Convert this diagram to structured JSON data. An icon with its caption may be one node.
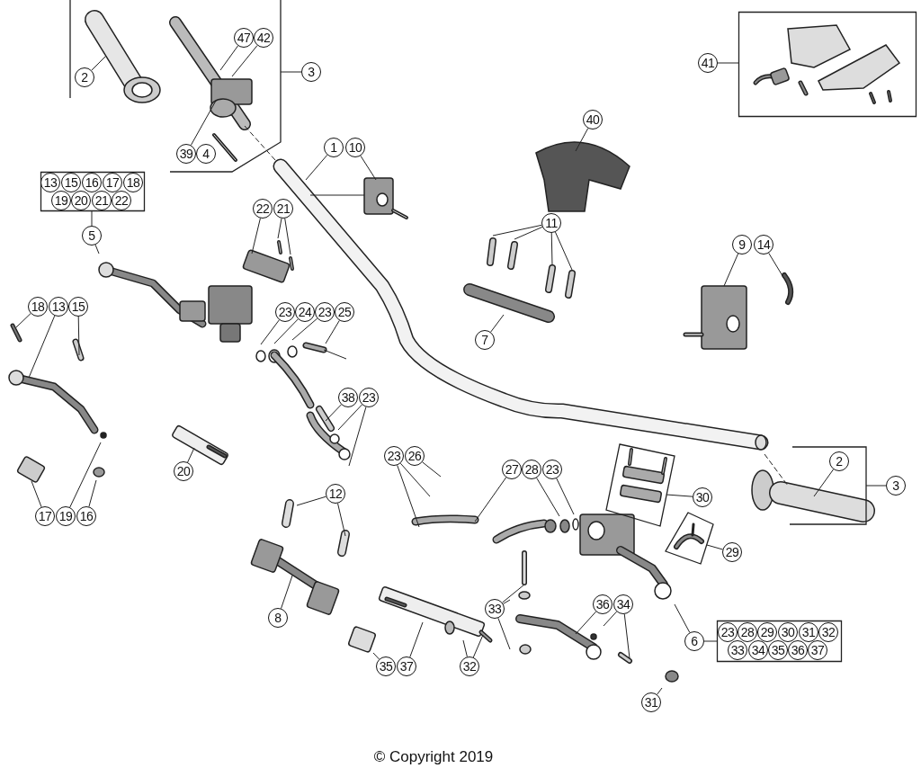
{
  "diagram": {
    "caption": "© Copyright 2019",
    "nodes": [
      {
        "text": [],
        "shape": "box"
      },
      {
        "text": [
          "2"
        ],
        "in": 0
      },
      {
        "text": [
          "47"
        ],
        "in": 0
      },
      {
        "text": [
          "42"
        ],
        "in": 0
      },
      {
        "text": [
          "39"
        ],
        "in": 0
      },
      {
        "text": [
          "4"
        ],
        "in": 0
      },
      {
        "text": [
          "3"
        ]
      },
      {
        "text": [],
        "shape": "box"
      },
      {
        "text": [
          "41"
        ]
      },
      {
        "text": [
          "1"
        ]
      },
      {
        "text": [
          "10"
        ]
      },
      {
        "text": [
          "40"
        ]
      },
      {
        "text": [],
        "shape": "box"
      },
      {
        "text": [
          "13"
        ],
        "in": 12
      },
      {
        "text": [
          "15"
        ],
        "in": 12
      },
      {
        "text": [
          "16"
        ],
        "in": 12
      },
      {
        "text": [
          "17"
        ],
        "in": 12
      },
      {
        "text": [
          "18"
        ],
        "in": 12
      },
      {
        "text": [
          "19"
        ],
        "in": 12
      },
      {
        "text": [
          "20"
        ],
        "in": 12
      },
      {
        "text": [
          "21"
        ],
        "in": 12
      },
      {
        "text": [
          "22"
        ],
        "in": 12
      },
      {
        "text": [
          "5"
        ]
      },
      {
        "text": [
          "22"
        ]
      },
      {
        "text": [
          "21"
        ]
      },
      {
        "text": [
          "11"
        ]
      },
      {
        "text": [
          "9"
        ]
      },
      {
        "text": [
          "14"
        ]
      },
      {
        "text": [
          "18"
        ]
      },
      {
        "text": [
          "13"
        ]
      },
      {
        "text": [
          "15"
        ]
      },
      {
        "text": [
          "23"
        ]
      },
      {
        "text": [
          "24"
        ]
      },
      {
        "text": [
          "23"
        ]
      },
      {
        "text": [
          "25"
        ]
      },
      {
        "text": [
          "7"
        ]
      },
      {
        "text": [
          "38"
        ]
      },
      {
        "text": [
          "23"
        ]
      },
      {
        "text": [
          "23"
        ]
      },
      {
        "text": [
          "26"
        ]
      },
      {
        "text": [],
        "shape": "box"
      },
      {
        "text": [
          "2"
        ],
        "in": 40
      },
      {
        "text": [
          "3"
        ]
      },
      {
        "text": [
          "27"
        ]
      },
      {
        "text": [
          "28"
        ]
      },
      {
        "text": [
          "23"
        ]
      },
      {
        "text": [],
        "shape": "box"
      },
      {
        "text": [
          "30"
        ]
      },
      {
        "text": [
          "20"
        ]
      },
      {
        "text": [
          "17"
        ]
      },
      {
        "text": [
          "19"
        ]
      },
      {
        "text": [
          "16"
        ]
      },
      {
        "text": [
          "12"
        ]
      },
      {
        "text": [],
        "shape": "box"
      },
      {
        "text": [
          "29"
        ]
      },
      {
        "text": [
          "33"
        ]
      },
      {
        "text": [
          "36"
        ]
      },
      {
        "text": [
          "34"
        ]
      },
      {
        "text": [
          "8"
        ]
      },
      {
        "text": [
          "6"
        ]
      },
      {
        "text": [],
        "shape": "box"
      },
      {
        "text": [
          "23"
        ],
        "in": 60
      },
      {
        "text": [
          "28"
        ],
        "in": 60
      },
      {
        "text": [
          "29"
        ],
        "in": 60
      },
      {
        "text": [
          "30"
        ],
        "in": 60
      },
      {
        "text": [
          "31"
        ],
        "in": 60
      },
      {
        "text": [
          "32"
        ],
        "in": 60
      },
      {
        "text": [
          "33"
        ],
        "in": 60
      },
      {
        "text": [
          "34"
        ],
        "in": 60
      },
      {
        "text": [
          "35"
        ],
        "in": 60
      },
      {
        "text": [
          "36"
        ],
        "in": 60
      },
      {
        "text": [
          "37"
        ],
        "in": 60
      },
      {
        "text": [
          "35"
        ]
      },
      {
        "text": [
          "37"
        ]
      },
      {
        "text": [
          "32"
        ]
      },
      {
        "text": [
          "31"
        ]
      }
    ],
    "edges": [
      {
        "from": 1,
        "to": null,
        "arrow": "none"
      },
      {
        "from": 2,
        "to": null,
        "arrow": "none"
      },
      {
        "from": 3,
        "to": null,
        "arrow": "none"
      },
      {
        "from": 4,
        "to": null,
        "arrow": "none"
      },
      {
        "from": 6,
        "to": 0,
        "arrow": "none"
      },
      {
        "from": 8,
        "to": 7,
        "arrow": "none"
      },
      {
        "from": 9,
        "to": null,
        "arrow": "none"
      },
      {
        "from": 10,
        "to": null,
        "arrow": "none"
      },
      {
        "from": 11,
        "to": null,
        "arrow": "none"
      },
      {
        "from": 22,
        "to": 12,
        "arrow": "none"
      },
      {
        "from": 22,
        "to": null,
        "arrow": "none"
      },
      {
        "from": 23,
        "to": null,
        "arrow": "none"
      },
      {
        "from": 24,
        "to": null,
        "arrow": "none"
      },
      {
        "from": 24,
        "to": null,
        "arrow": "none"
      },
      {
        "from": 25,
        "to": null,
        "arrow": "none"
      },
      {
        "from": 25,
        "to": null,
        "arrow": "none"
      },
      {
        "from": 25,
        "to": null,
        "arrow": "none"
      },
      {
        "from": 25,
        "to": null,
        "arrow": "none"
      },
      {
        "from": 26,
        "to": null,
        "arrow": "none"
      },
      {
        "from": 27,
        "to": null,
        "arrow": "none"
      },
      {
        "from": 28,
        "to": null,
        "arrow": "none"
      },
      {
        "from": 29,
        "to": null,
        "arrow": "none"
      },
      {
        "from": 30,
        "to": null,
        "arrow": "none"
      },
      {
        "from": 31,
        "to": null,
        "arrow": "none"
      },
      {
        "from": 32,
        "to": null,
        "arrow": "none"
      },
      {
        "from": 33,
        "to": null,
        "arrow": "none"
      },
      {
        "from": 34,
        "to": null,
        "arrow": "none"
      },
      {
        "from": 35,
        "to": null,
        "arrow": "none"
      },
      {
        "from": 36,
        "to": null,
        "arrow": "none"
      },
      {
        "from": 37,
        "to": null,
        "arrow": "none"
      },
      {
        "from": 37,
        "to": null,
        "arrow": "none"
      },
      {
        "from": 38,
        "to": null,
        "arrow": "none"
      },
      {
        "from": 38,
        "to": null,
        "arrow": "none"
      },
      {
        "from": 39,
        "to": null,
        "arrow": "none"
      },
      {
        "from": 41,
        "to": null,
        "arrow": "none"
      },
      {
        "from": 42,
        "to": 40,
        "arrow": "none"
      },
      {
        "from": 43,
        "to": null,
        "arrow": "none"
      },
      {
        "from": 44,
        "to": null,
        "arrow": "none"
      },
      {
        "from": 45,
        "to": null,
        "arrow": "none"
      },
      {
        "from": 47,
        "to": 46,
        "arrow": "none"
      },
      {
        "from": 48,
        "to": null,
        "arrow": "none"
      },
      {
        "from": 49,
        "to": null,
        "arrow": "none"
      },
      {
        "from": 50,
        "to": null,
        "arrow": "none"
      },
      {
        "from": 51,
        "to": null,
        "arrow": "none"
      },
      {
        "from": 52,
        "to": null,
        "arrow": "none"
      },
      {
        "from": 52,
        "to": null,
        "arrow": "none"
      },
      {
        "from": 54,
        "to": 53,
        "arrow": "none"
      },
      {
        "from": 55,
        "to": null,
        "arrow": "none"
      },
      {
        "from": 55,
        "to": null,
        "arrow": "none"
      },
      {
        "from": 55,
        "to": null,
        "arrow": "none"
      },
      {
        "from": 56,
        "to": null,
        "arrow": "none"
      },
      {
        "from": 57,
        "to": null,
        "arrow": "none"
      },
      {
        "from": 57,
        "to": null,
        "arrow": "none"
      },
      {
        "from": 58,
        "to": null,
        "arrow": "none"
      },
      {
        "from": 59,
        "to": 60,
        "arrow": "none"
      },
      {
        "from": 59,
        "to": null,
        "arrow": "none"
      },
      {
        "from": 72,
        "to": null,
        "arrow": "none"
      },
      {
        "from": 73,
        "to": null,
        "arrow": "none"
      },
      {
        "from": 74,
        "to": null,
        "arrow": "none"
      },
      {
        "from": 74,
        "to": null,
        "arrow": "none"
      },
      {
        "from": 75,
        "to": null,
        "arrow": "none"
      }
    ]
  }
}
